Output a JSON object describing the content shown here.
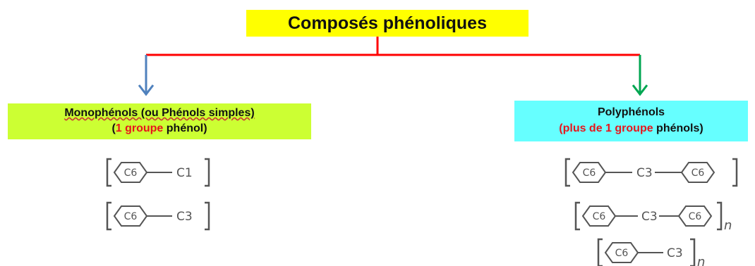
{
  "title": "Composés phénoliques",
  "monophenols": {
    "name": "Monophénols (ou Phénols simples)",
    "paren_open": "(",
    "count": "1 groupe",
    "suffix": " phénol)",
    "formulas": [
      {
        "ring": "C6",
        "chain": "C1",
        "subscript": ""
      },
      {
        "ring": "C6",
        "chain": "C3",
        "subscript": ""
      }
    ]
  },
  "polyphenols": {
    "name": "Polyphénols",
    "count": "(plus de 1 groupe",
    "suffix": " phénols)",
    "formulas": [
      {
        "ring": "C6",
        "chain": "C3",
        "ring2": "C6",
        "subscript": ""
      },
      {
        "ring": "C6",
        "chain": "C3",
        "ring2": "C6",
        "subscript": "n"
      },
      {
        "ring": "C6",
        "chain": "C3",
        "subscript": "n"
      }
    ]
  },
  "colors": {
    "title_bg": "#ffff00",
    "mono_bg": "#ccff33",
    "poly_bg": "#66ffff",
    "connector": "#ff0000",
    "arrow_left": "#4f81bd",
    "arrow_right": "#00a651",
    "highlight_text": "#e8141c"
  }
}
